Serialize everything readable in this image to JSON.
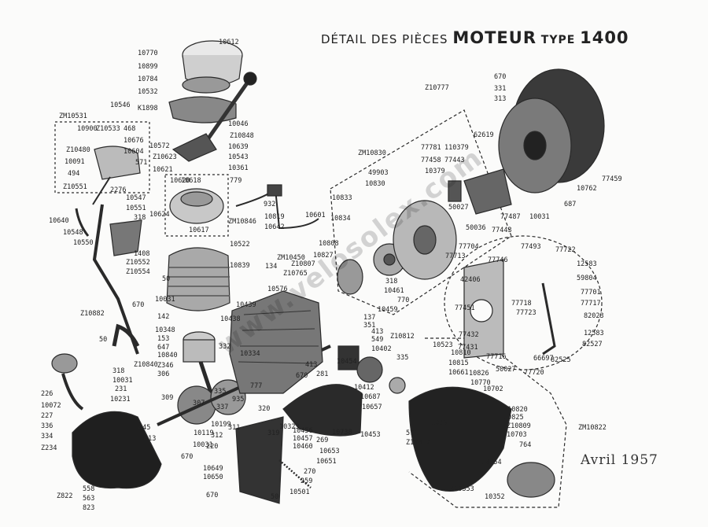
{
  "title": {
    "prefix": "DÉTAIL DES PIÈCES",
    "main": "MOTEUR",
    "type_word": "TYPE",
    "type_number": "1400"
  },
  "date": "Avril 1957",
  "watermark": "www.velosolex.com",
  "colors": {
    "ink": "#222222",
    "paper": "#fbfbfa",
    "shade": "#3a3a3a"
  },
  "part_numbers": [
    "10770",
    "10612",
    "10899",
    "10784",
    "10532",
    "K1898",
    "10546",
    "ZM10531",
    "10900",
    "Z10533",
    "468",
    "10676",
    "10604",
    "Z10480",
    "10091",
    "571",
    "494",
    "Z10551",
    "2276",
    "10547",
    "10551",
    "318",
    "10640",
    "10548",
    "10550",
    "1408",
    "Z10552",
    "Z10554",
    "10572",
    "Z10623",
    "10621",
    "10620",
    "10618",
    "10624",
    "10617",
    "10046",
    "Z10848",
    "10639",
    "10543",
    "10361",
    "779",
    "ZM10846",
    "932",
    "10819",
    "10642",
    "10601",
    "10522",
    "10839",
    "50",
    "10031",
    "670",
    "Z10882",
    "142",
    "50",
    "ZM10450",
    "134",
    "10808",
    "10827",
    "Z10807",
    "Z10765",
    "318",
    "10461",
    "770",
    "10576",
    "10439",
    "10438",
    "10348",
    "153",
    "647",
    "10840",
    "Z10840",
    "Z346",
    "306",
    "318",
    "10031",
    "226",
    "10072",
    "227",
    "336",
    "334",
    "Z234",
    "231",
    "10231",
    "445",
    "413",
    "309",
    "307",
    "337",
    "335",
    "332",
    "10334",
    "777",
    "935",
    "10119",
    "312",
    "10199",
    "311",
    "10031",
    "220",
    "670",
    "10649",
    "10650",
    "670",
    "Z822",
    "558",
    "563",
    "823",
    "137",
    "351",
    "10459",
    "413",
    "549",
    "10402",
    "Z10812",
    "10454",
    "413",
    "281",
    "670",
    "320",
    "10323",
    "319",
    "10456",
    "10457",
    "10460",
    "10738",
    "269",
    "10653",
    "10651",
    "270",
    "259",
    "10501",
    "50",
    "10453",
    "335",
    "10412",
    "10687",
    "10657",
    "ZM10830",
    "49903",
    "10833",
    "10830",
    "10834",
    "Z10777",
    "670",
    "331",
    "313",
    "62619",
    "77781",
    "110379",
    "77458",
    "77443",
    "10379",
    "50027",
    "77487",
    "50036",
    "77443",
    "77704",
    "77713",
    "10031",
    "687",
    "10762",
    "77459",
    "77746",
    "77493",
    "77722",
    "12583",
    "59804",
    "42406",
    "77718",
    "77701",
    "77717",
    "77451",
    "77723",
    "82023",
    "77432",
    "77431",
    "12583",
    "82527",
    "77716",
    "50027",
    "66697",
    "77720",
    "82525",
    "10523",
    "10810",
    "10815",
    "10661",
    "10826",
    "10770",
    "10702",
    "Z10820",
    "10825",
    "10391",
    "Z10809",
    "10703",
    "571",
    "Z10817",
    "764",
    "10354",
    "Z10353",
    "10352",
    "ZM10822"
  ]
}
